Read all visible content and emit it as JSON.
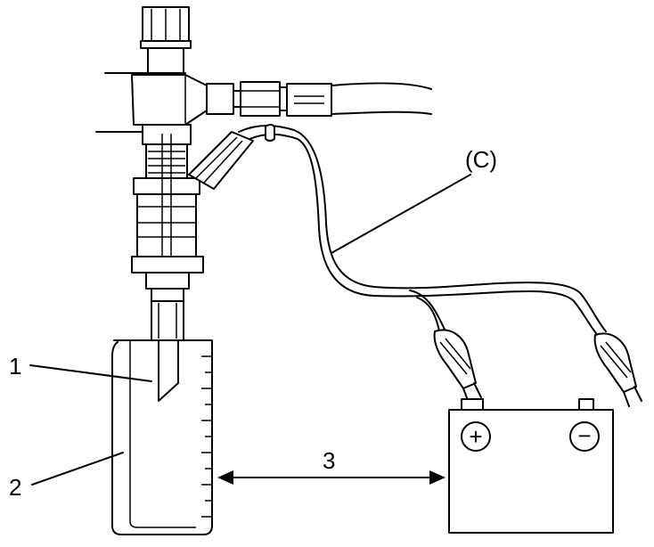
{
  "labels": {
    "injector_tube": "1",
    "measuring_cylinder": "2",
    "distance": "3",
    "harness": "(C)"
  },
  "battery": {
    "positive_symbol": "+",
    "negative_symbol": "−"
  },
  "colors": {
    "line": "#000000",
    "background": "#ffffff"
  }
}
